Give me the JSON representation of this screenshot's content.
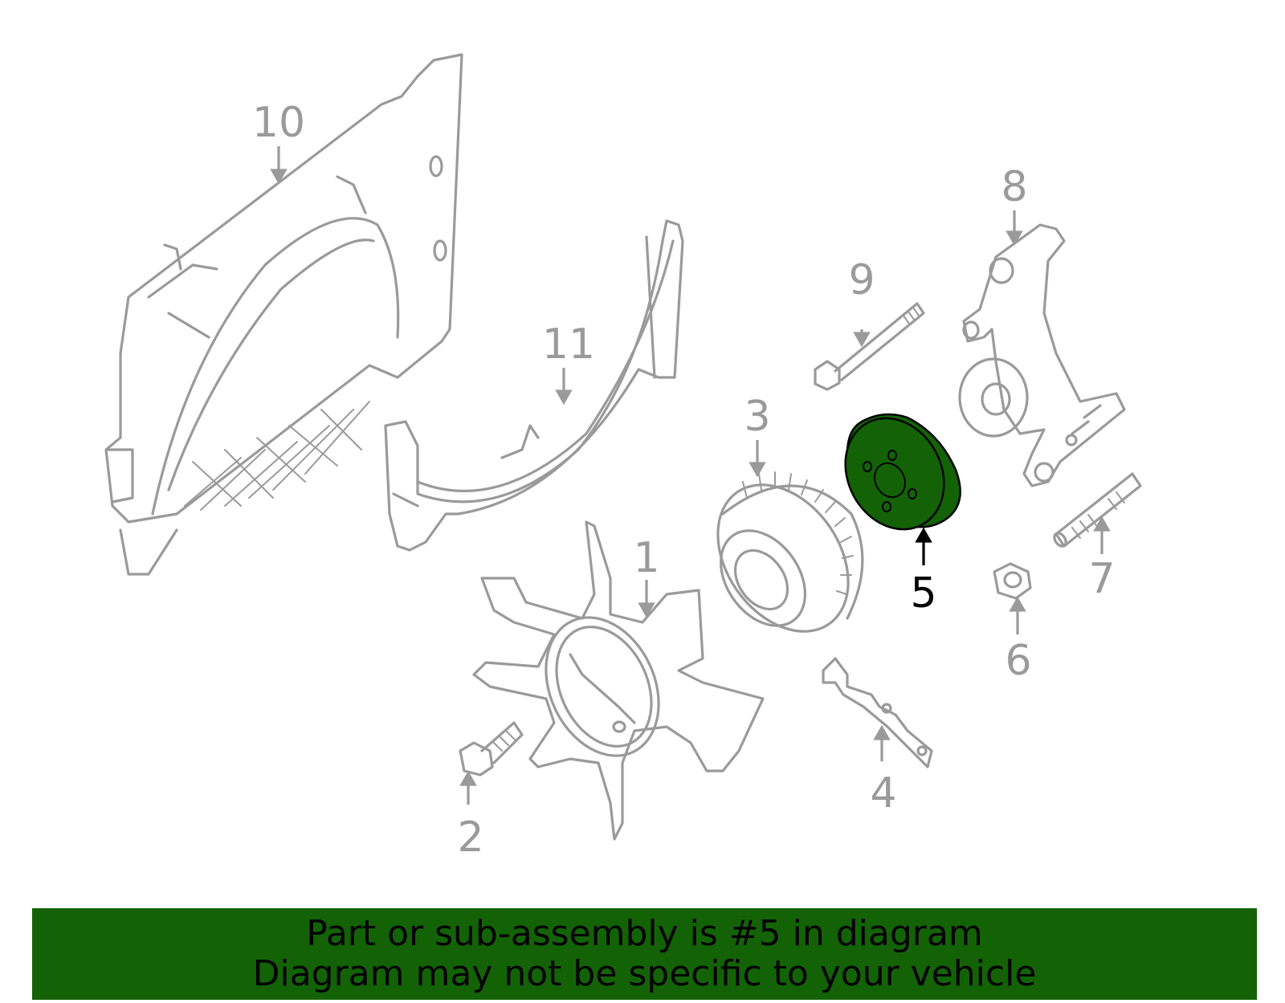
{
  "colors": {
    "line_gray": "#9a9a9a",
    "highlight_green": "#136306",
    "banner_green": "#136306",
    "highlight_label": "#000000"
  },
  "callouts": [
    {
      "id": "1",
      "label": "1"
    },
    {
      "id": "2",
      "label": "2"
    },
    {
      "id": "3",
      "label": "3"
    },
    {
      "id": "4",
      "label": "4"
    },
    {
      "id": "5",
      "label": "5",
      "highlighted": true
    },
    {
      "id": "6",
      "label": "6"
    },
    {
      "id": "7",
      "label": "7"
    },
    {
      "id": "8",
      "label": "8"
    },
    {
      "id": "9",
      "label": "9"
    },
    {
      "id": "10",
      "label": "10"
    },
    {
      "id": "11",
      "label": "11"
    }
  ],
  "banner": {
    "line1": "Part or sub-assembly is #5 in diagram",
    "line2": "Diagram may not be specific to your vehicle"
  }
}
